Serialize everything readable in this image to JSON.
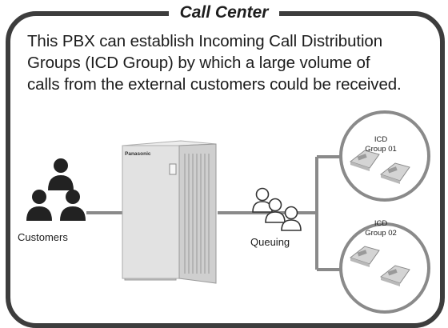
{
  "diagram": {
    "title": "Call Center",
    "description_lines": [
      "This PBX can establish Incoming Call Distribution",
      "Groups (ICD Group) by which a large volume of",
      "calls from the external customers could be received."
    ],
    "labels": {
      "customers": "Customers",
      "queuing": "Queuing",
      "group1": [
        "ICD",
        "Group 01"
      ],
      "group2": [
        "ICD",
        "Group 02"
      ]
    },
    "pbx_brand": "Panasonic",
    "colors": {
      "frame": "#3d3d3d",
      "connector": "#8a8a8a",
      "person": "#222222",
      "pbx_body": "#dcdcdc"
    }
  }
}
